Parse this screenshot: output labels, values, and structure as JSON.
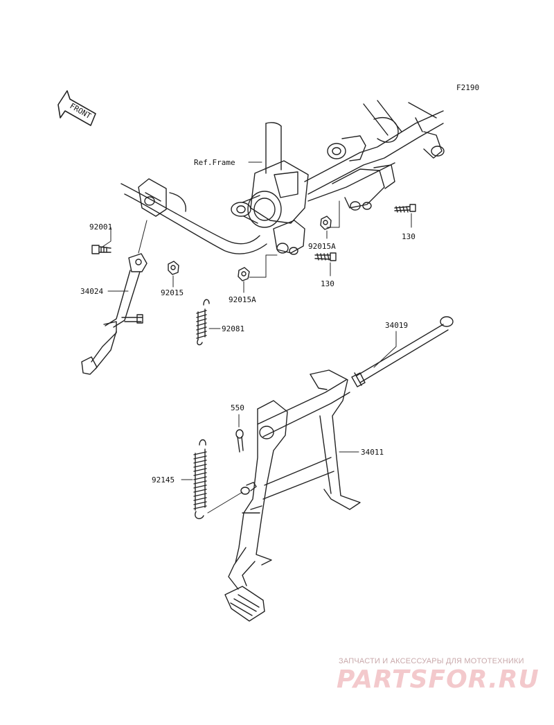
{
  "figure_code": "F2190",
  "front_arrow_label": "FRONT",
  "ref_frame_label": "Ref.Frame",
  "parts": {
    "p92001": "92001",
    "p34024": "34024",
    "p92015": "92015",
    "p92081": "92081",
    "p92015A_a": "92015A",
    "p92015A_b": "92015A",
    "p130_a": "130",
    "p130_b": "130",
    "p34019": "34019",
    "p550": "550",
    "p34011": "34011",
    "p92145": "92145"
  },
  "watermark": {
    "tagline": "ЗАПЧАСТИ И АКСЕССУАРЫ ДЛЯ МОТОТЕХНИКИ",
    "brand": "PARTSFOR.RU"
  }
}
